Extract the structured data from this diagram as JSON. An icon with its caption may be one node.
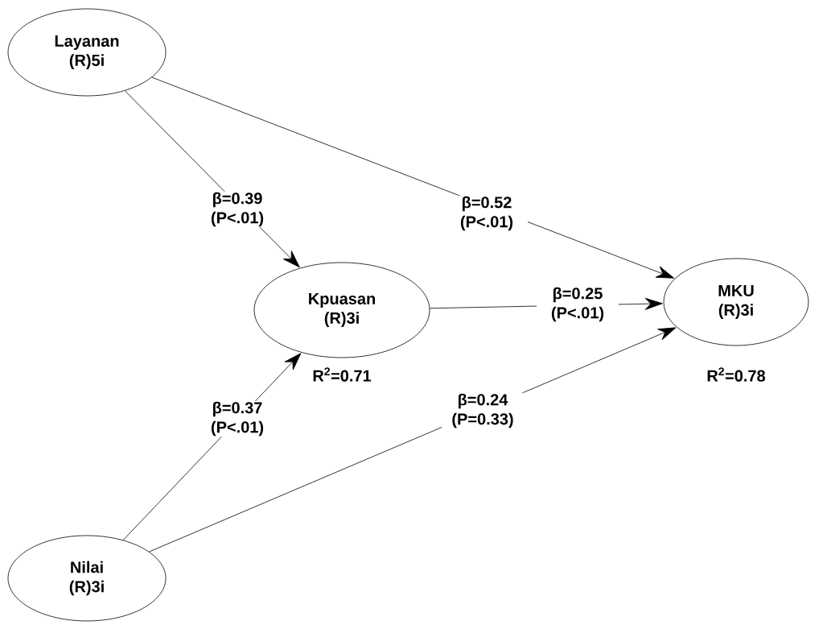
{
  "diagram": {
    "nodes": [
      {
        "text": [
          "Layanan",
          "(R)5i"
        ]
      },
      {
        "text": [
          "Kpuasan",
          "(R)3i"
        ],
        "beside": [
          "R$^{2}$=0.71"
        ]
      },
      {
        "text": [
          "MKU",
          "(R)3i"
        ],
        "beside": [
          "R$^{2}$=0.78"
        ]
      },
      {
        "text": [
          "Nilai",
          "(R)3i"
        ]
      }
    ],
    "edges": [
      {
        "from": 0,
        "to": 1,
        "arrow": "to",
        "label": "β=0.39 (P<.01)"
      },
      {
        "from": 0,
        "to": 2,
        "arrow": "to",
        "label": "β=0.52 (P<.01)"
      },
      {
        "from": 1,
        "to": 2,
        "arrow": "to",
        "label": "β=0.25 (P<.01)"
      },
      {
        "from": 3,
        "to": 1,
        "arrow": "to",
        "label": "β=0.37 (P<.01)"
      },
      {
        "from": 3,
        "to": 2,
        "arrow": "to",
        "label": "β=0.24 (P=0.33)"
      }
    ]
  }
}
